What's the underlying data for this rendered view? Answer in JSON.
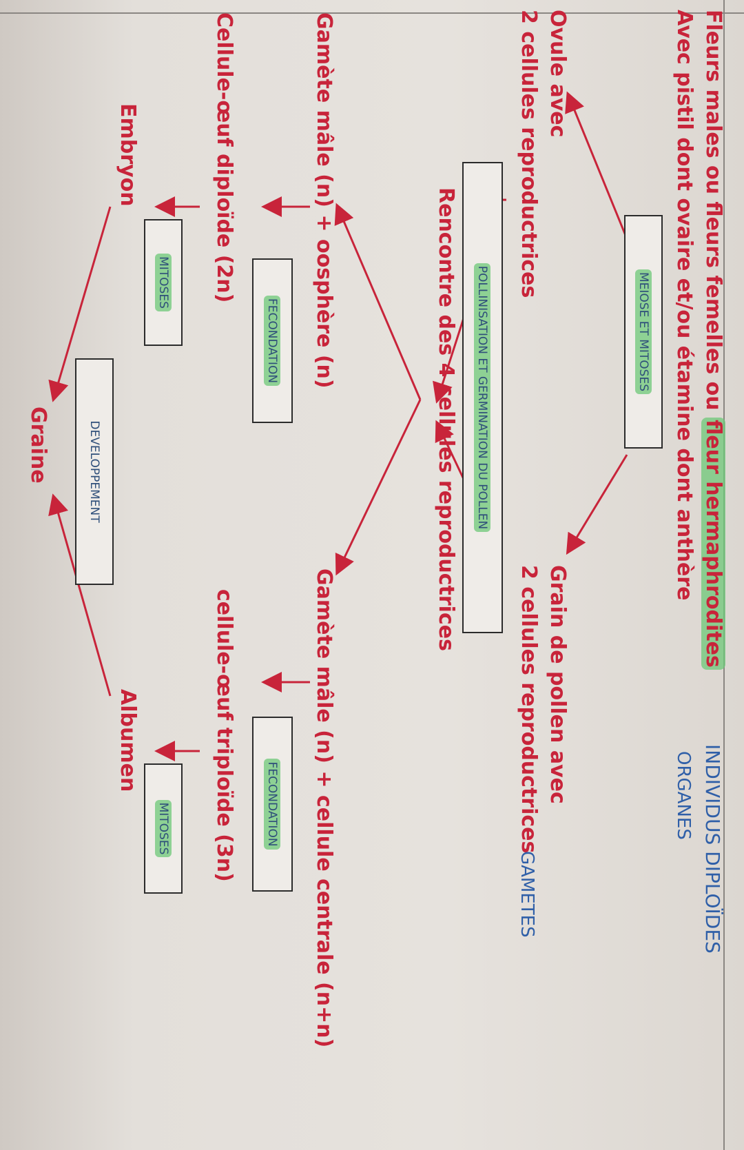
{
  "labels": {
    "individus": "INDIVIDUS DIPLOÏDES",
    "organes": "ORGANES",
    "gametes": "GAMETES"
  },
  "lines": {
    "line1_a": "Fleurs males ou fleurs femelles ou ",
    "line1_b": "fleur hermaphrodites",
    "line2": "Avec pistil dont ovaire et/ou étamine dont anthère",
    "ovule_1": "Ovule avec",
    "ovule_2": "2 cellules reproductrices",
    "grain_1": "Grain de pollen avec",
    "grain_2": "2 cellules reproductrices",
    "rencontre": "Rencontre des 4 cellules reproductrices",
    "gamete_left": "Gamète mâle (n) + oosphère (n)",
    "gamete_right": "Gamète mâle (n) + cellule centrale (n+n)",
    "oeuf_left": "Cellule-œuf diploïde (2n)",
    "oeuf_right": "cellule-œuf triploïde (3n)",
    "embryon": "Embryon",
    "albumen": "Albumen",
    "graine": "Graine"
  },
  "boxes": {
    "meiose": "MEIOSE ET MITOSES",
    "pollinisation": "POLLINISATION ET GERMINATION DU POLLEN",
    "fecondation_left": "FECONDATION",
    "fecondation_right": "FECONDATION",
    "mitoses_left": "MITOSES",
    "mitoses_right": "MITOSES",
    "developpement": "DEVELOPPEMENT"
  },
  "colors": {
    "text_red": "#c8243a",
    "label_blue": "#2f5fa8",
    "highlight_green": "#6ec878",
    "paper": "#e3dfda"
  }
}
